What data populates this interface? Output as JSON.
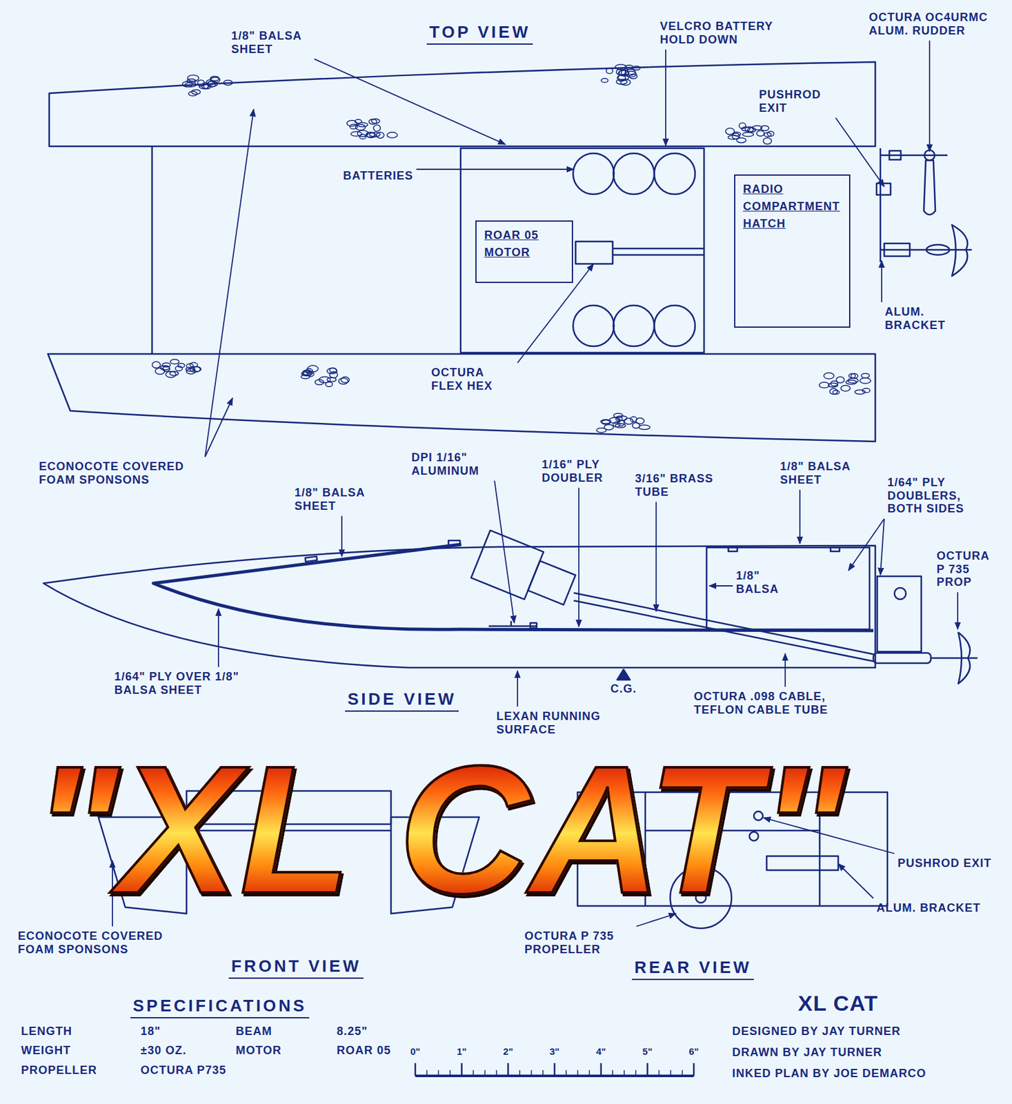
{
  "diagram": {
    "title": "XL CAT",
    "nodes": [
      {
        "text": [
          "ROAR 05 MOTOR"
        ]
      },
      {
        "text": [
          "RADIO COMPARTMENT HATCH"
        ]
      }
    ],
    "labels": [
      "TOP VIEW",
      "1/8\" BALSA SHEET",
      "VELCRO BATTERY HOLD DOWN",
      "OCTURA OC4URMC ALUM. RUDDER",
      "PUSHROD EXIT",
      "BATTERIES",
      "ALUM. BRACKET",
      "OCTURA FLEX HEX",
      "ECONOCOTE COVERED FOAM SPONSONS",
      "DPI 1/16\" ALUMINUM",
      "1/16\" PLY DOUBLER",
      "3/16\" BRASS TUBE",
      "1/8\" BALSA SHEET",
      "1/64\" PLY DOUBLERS, BOTH SIDES",
      "OCTURA P 735 PROP",
      "1/8\" BALSA SHEET",
      "1/8\" BALSA",
      "1/64\" PLY OVER 1/8\" BALSA SHEET",
      "SIDE VIEW",
      "LEXAN RUNNING SURFACE",
      "C.G.",
      "OCTURA .098 CABLE, TEFLON CABLE TUBE",
      "\"XL CAT\"",
      "ECONOCOTE COVERED FOAM SPONSONS",
      "FRONT VIEW",
      "PUSHROD EXIT",
      "ALUM. BRACKET",
      "OCTURA P 735 PROPELLER",
      "REAR VIEW",
      "SPECIFICATIONS",
      "LENGTH",
      "18\"",
      "BEAM",
      "8.25\"",
      "WEIGHT",
      "±30 OZ.",
      "MOTOR",
      "ROAR 05",
      "PROPELLER",
      "OCTURA P735",
      "0\"",
      "1\"",
      "2\"",
      "3\"",
      "4\"",
      "5\"",
      "6\"",
      "DESIGNED BY JAY TURNER",
      "DRAWN BY JAY TURNER",
      "INKED PLAN BY JOE DEMARCO"
    ]
  }
}
